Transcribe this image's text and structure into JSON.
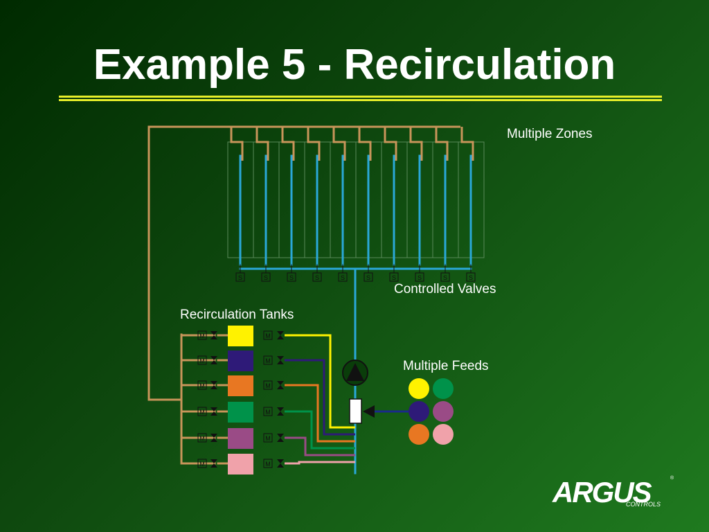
{
  "title": "Example 5 - Recirculation",
  "labels": {
    "zones": "Multiple Zones",
    "valves": "Controlled Valves",
    "tanks": "Recirculation Tanks",
    "feeds": "Multiple Feeds"
  },
  "valve_symbol": "S",
  "tank_valve_symbol": "M",
  "zone_count": 10,
  "tank_colors": [
    "#fff200",
    "#2e1a78",
    "#e87722",
    "#00924a",
    "#9a4b86",
    "#f0a2aa"
  ],
  "feed_colors": [
    "#fff200",
    "#00924a",
    "#2e1a78",
    "#9a4b86",
    "#e87722",
    "#f0a2aa"
  ],
  "colors": {
    "recirc_pipe": "#c8955a",
    "water_pipe": "#2aa8d8",
    "rule": "#e6ee2a",
    "zone_box_border": "#5a8a5a"
  },
  "logo": {
    "name": "ARGUS",
    "subtitle": "CONTROLS",
    "registered": "®"
  }
}
